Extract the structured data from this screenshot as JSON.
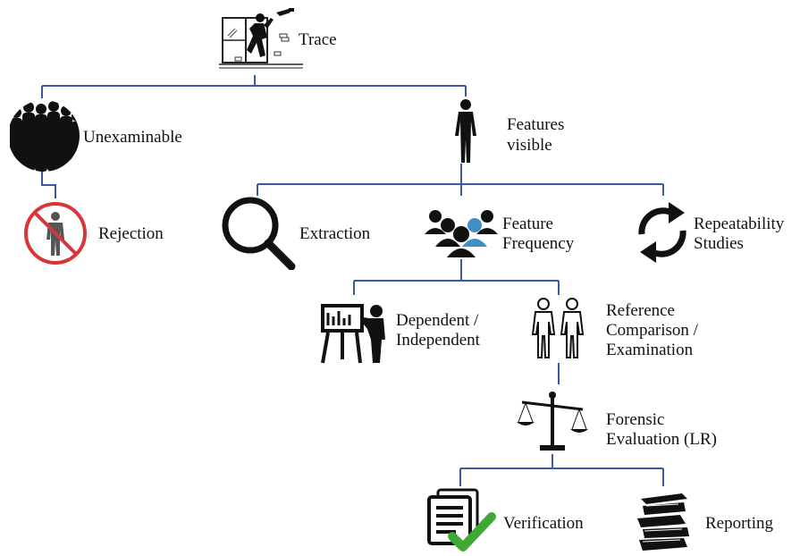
{
  "colors": {
    "connector": "#3a5aa8",
    "check": "#3fa935",
    "prohibition": "#d8363a",
    "highlight_person": "#3d8fc6"
  },
  "nodes": {
    "trace": {
      "label": "Trace",
      "icon": "crime-scene-icon"
    },
    "unexaminable": {
      "label": "Unexaminable",
      "icon": "crowd-silhouette-icon"
    },
    "features": {
      "line1": "Features",
      "line2": "visible",
      "icon": "person-silhouette-icon"
    },
    "rejection": {
      "label": "Rejection",
      "icon": "prohibited-person-icon"
    },
    "extraction": {
      "label": "Extraction",
      "icon": "magnifier-icon"
    },
    "frequency": {
      "line1": "Feature",
      "line2": "Frequency",
      "icon": "group-people-icon"
    },
    "repeatability": {
      "line1": "Repeatability",
      "line2": "Studies",
      "icon": "cycle-arrows-icon"
    },
    "dependent": {
      "line1": "Dependent /",
      "line2": "Independent",
      "icon": "presenter-board-icon"
    },
    "reference": {
      "line1": "Reference",
      "line2": "Comparison /",
      "line3": "Examination",
      "icon": "two-persons-outline-icon"
    },
    "evaluation": {
      "line1": "Forensic",
      "line2": "Evaluation (LR)",
      "icon": "scales-icon"
    },
    "verification": {
      "label": "Verification",
      "icon": "document-check-icon"
    },
    "reporting": {
      "label": "Reporting",
      "icon": "book-stack-icon"
    }
  }
}
